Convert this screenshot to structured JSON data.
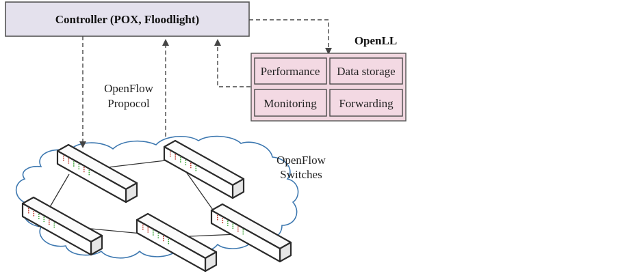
{
  "controller": {
    "label": "Controller (POX, Floodlight)"
  },
  "openll": {
    "title": "OpenLL",
    "modules": [
      {
        "label": "Performance"
      },
      {
        "label": "Data storage"
      },
      {
        "label": "Monitoring"
      },
      {
        "label": "Forwarding"
      }
    ]
  },
  "protocol_label": {
    "line1": "OpenFlow",
    "line2": "Propocol"
  },
  "switches_label": {
    "line1": "OpenFlow",
    "line2": "Switches"
  },
  "colors": {
    "controller_fill": "#e4e1ed",
    "openll_fill": "#f1d7e0",
    "cloud_stroke": "#3d78b0",
    "port_red": "#c0392b",
    "port_green": "#3aa635"
  },
  "switches": [
    {
      "id": "switch-1"
    },
    {
      "id": "switch-2"
    },
    {
      "id": "switch-3"
    },
    {
      "id": "switch-4"
    },
    {
      "id": "switch-5"
    }
  ],
  "links": [
    {
      "from": "switch-1",
      "to": "switch-2"
    },
    {
      "from": "switch-1",
      "to": "switch-3"
    },
    {
      "from": "switch-2",
      "to": "switch-5"
    },
    {
      "from": "switch-3",
      "to": "switch-4"
    },
    {
      "from": "switch-4",
      "to": "switch-5"
    }
  ]
}
